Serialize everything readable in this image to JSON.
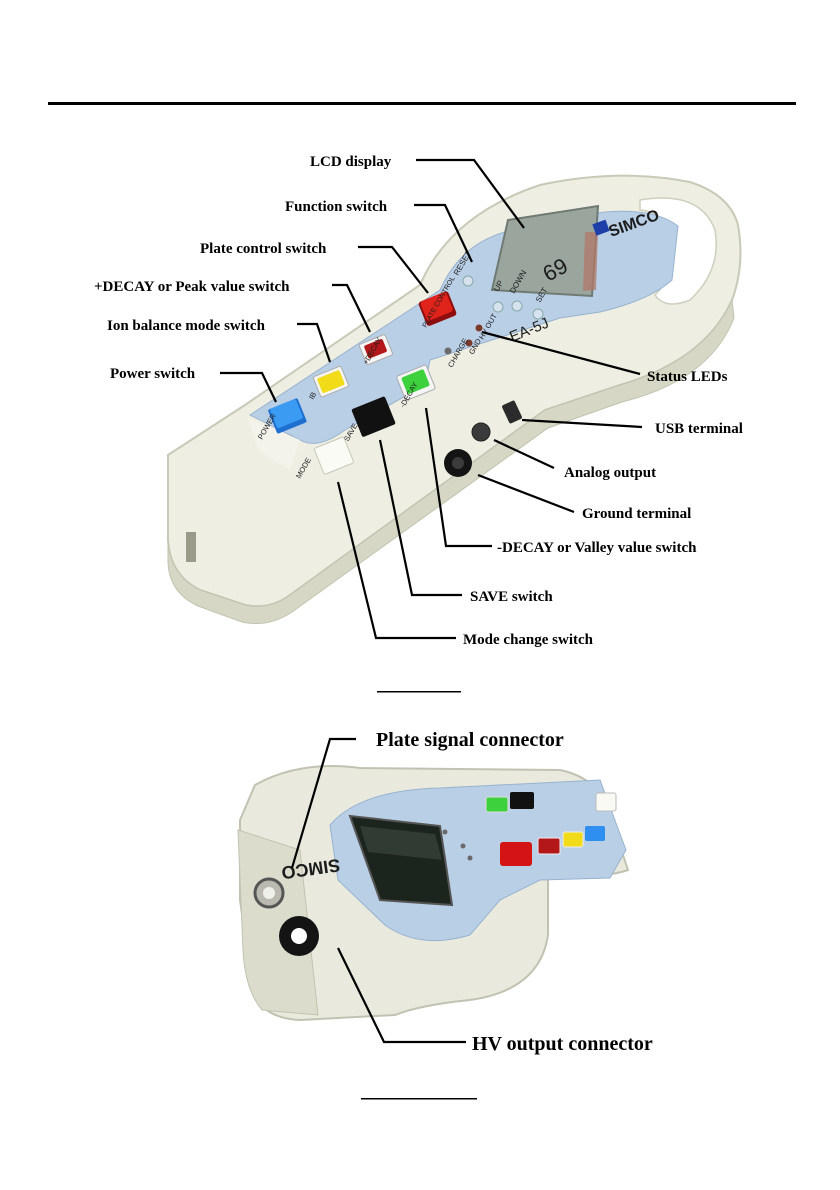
{
  "figure1": {
    "labels": {
      "lcd_display": "LCD display",
      "function_switch": "Function switch",
      "plate_control_switch": "Plate control switch",
      "plus_decay_switch": "+DECAY or Peak value switch",
      "ion_balance_switch": "Ion balance mode switch",
      "power_switch": "Power switch",
      "status_leds": "Status LEDs",
      "usb_terminal": "USB terminal",
      "analog_output": "Analog output",
      "ground_terminal": "Ground terminal",
      "minus_decay_switch": "-DECAY or Valley value switch",
      "save_switch": "SAVE switch",
      "mode_change_switch": "Mode change switch"
    },
    "device": {
      "brand": "SIMCO",
      "model": "EA-5J",
      "buttons": {
        "reset": "RESET",
        "up": "UP",
        "down": "DOWN",
        "set": "SET",
        "plate_control": "PLATE CONTROL",
        "plus_decay": "+DECAY",
        "minus_decay": "-DECAY",
        "ib": "IB",
        "power": "POWER",
        "save": "SAVE",
        "mode": "MODE"
      },
      "leds": {
        "hv_out": "HV OUT",
        "gnd": "GND",
        "charge": "CHARGE"
      }
    }
  },
  "figure2": {
    "labels": {
      "plate_signal_connector": "Plate signal connector",
      "hv_output_connector": "HV output connector"
    },
    "device": {
      "brand": "SIMCO"
    }
  },
  "colors": {
    "panel_blue": "#b9cfe6",
    "body_cream": "#eeeee2",
    "button_red": "#d41414",
    "button_green": "#3dd23d",
    "button_yellow": "#f2dc1a",
    "button_blue": "#2f8ff0",
    "button_black": "#111111",
    "lcd": "#9aa59e"
  }
}
